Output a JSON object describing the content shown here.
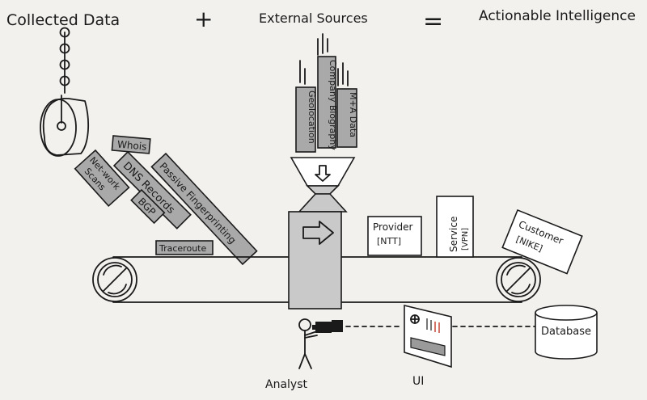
{
  "header": {
    "term1": "Collected Data",
    "plus": "+",
    "term2": "External Sources",
    "equals": "=",
    "result": "Actionable Intelligence"
  },
  "collected_items": {
    "whois": "Whois",
    "network_scans_line1": "Net-work",
    "network_scans_line2": "Scans",
    "dns_records": "DNS Records",
    "bgp": "BGP",
    "passive_fingerprinting": "Passive Fingerprinting",
    "traceroute": "Traceroute"
  },
  "external_sources": {
    "geolocation": "Geolocation",
    "company_biography": "Company Biography",
    "ma_data": "M+A Data"
  },
  "outputs": {
    "provider_line1": "Provider",
    "provider_line2": "[NTT]",
    "service_line1": "Service",
    "service_line2": "[VPN]",
    "customer_line1": "Customer",
    "customer_line2": "[NIKE]"
  },
  "bottom": {
    "analyst": "Analyst",
    "ui": "UI",
    "database": "Database"
  },
  "colors": {
    "background": "#f3f1ee",
    "ink": "#1a1a1a",
    "box_grey": "#a9a9a9",
    "machine_grey": "#c9c9c9",
    "accent_red": "#c0392b"
  }
}
